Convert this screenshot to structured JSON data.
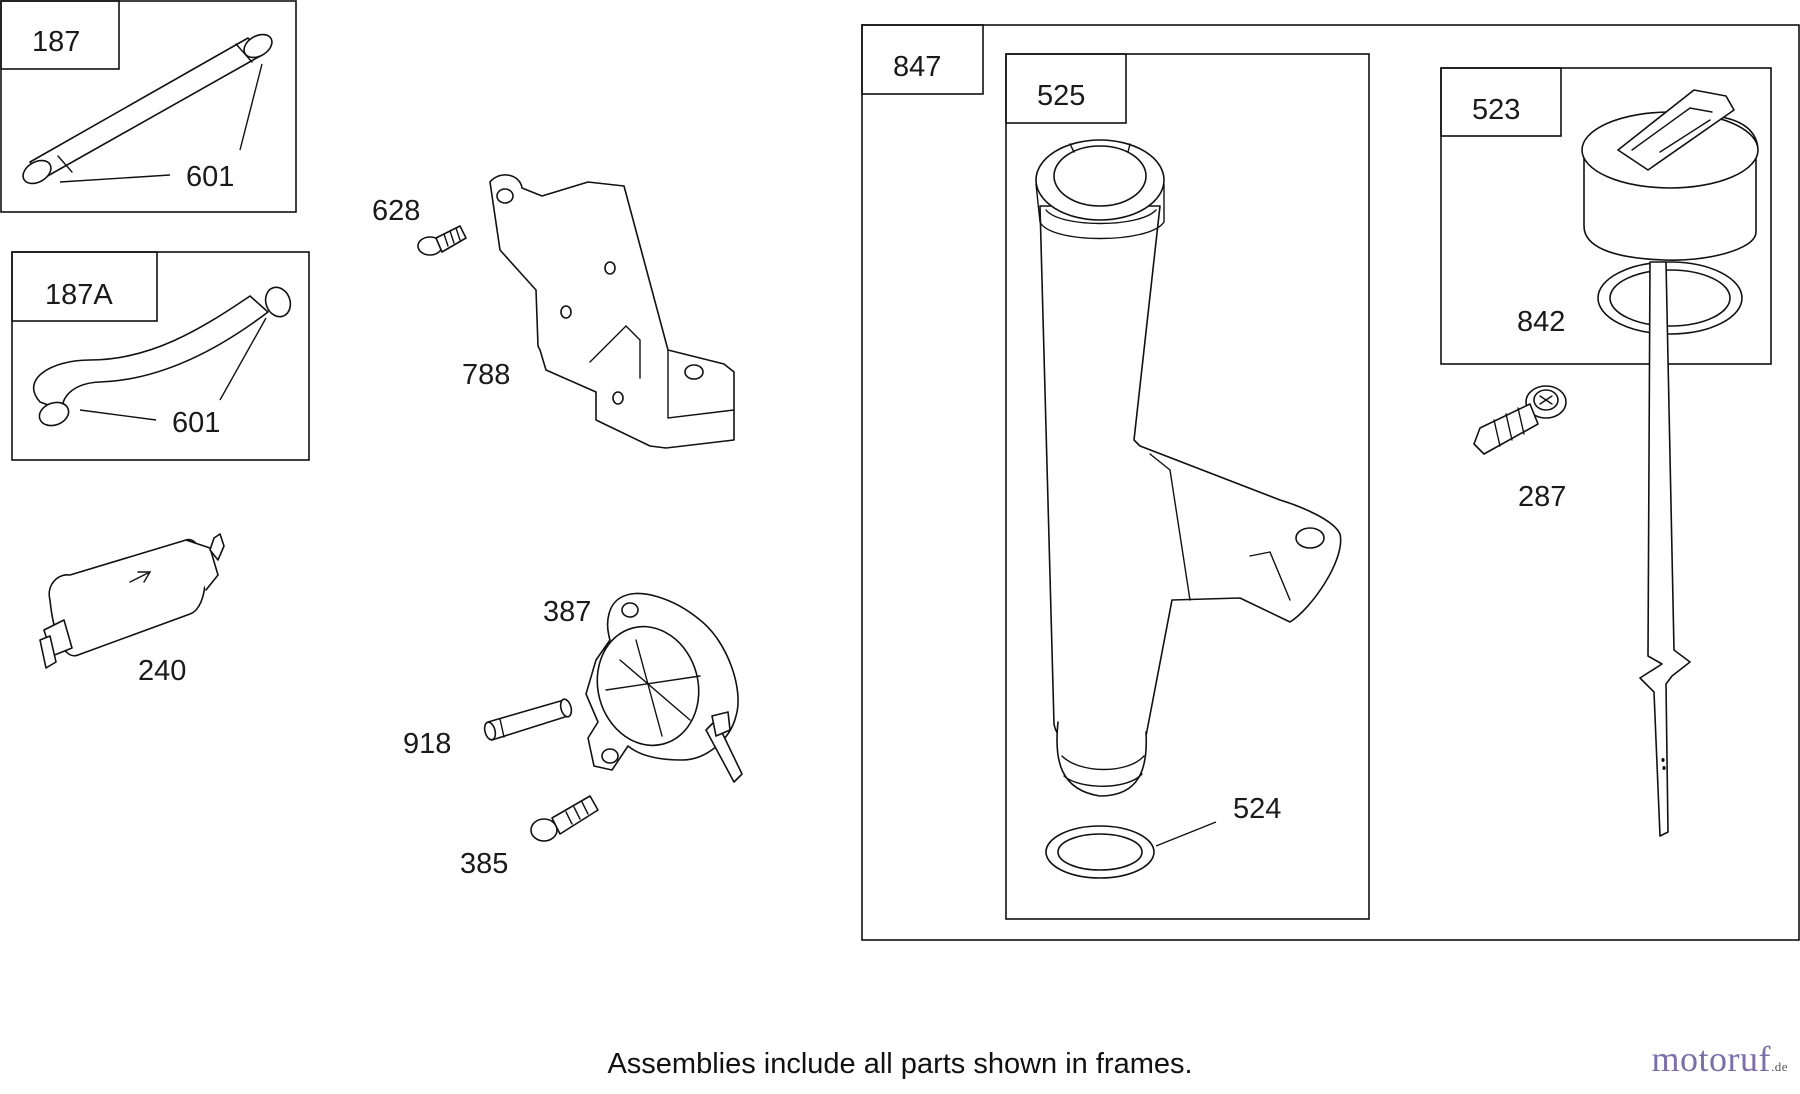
{
  "caption": "Assemblies include all parts shown in frames.",
  "watermark": {
    "text": "motoruf",
    "suffix": ".de",
    "color": "#7a6fa8"
  },
  "frames": [
    {
      "label": "187"
    },
    {
      "label": "187A"
    },
    {
      "label": "847"
    },
    {
      "label": "525"
    },
    {
      "label": "523"
    }
  ],
  "callouts": {
    "p601a": "601",
    "p601b": "601",
    "p628": "628",
    "p788": "788",
    "p240": "240",
    "p387": "387",
    "p918": "918",
    "p385": "385",
    "p524": "524",
    "p842": "842",
    "p287": "287"
  }
}
